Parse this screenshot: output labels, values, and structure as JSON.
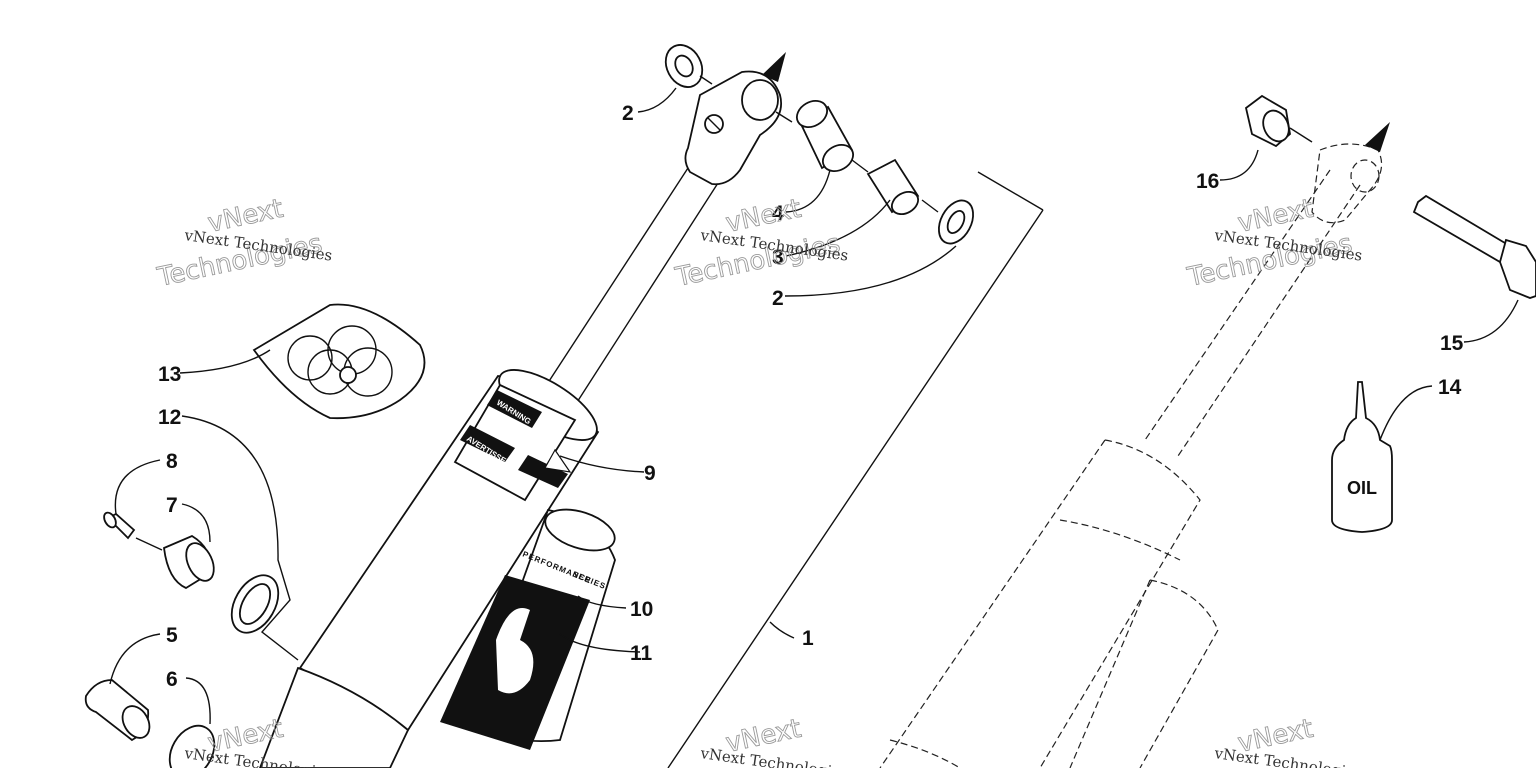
{
  "diagram": {
    "callouts": [
      "1",
      "2",
      "2",
      "4",
      "3",
      "5",
      "6",
      "7",
      "8",
      "9",
      "10",
      "11",
      "12",
      "13",
      "14",
      "15",
      "16"
    ],
    "bottle_label": "OIL",
    "decals": {
      "warning": "WARNING",
      "avertissement": "AVERTISSEMENT",
      "performance": "PERFORMANCE",
      "series": "SERIES"
    },
    "watermark": {
      "line_small": "vNext Technologies",
      "line_top": "vNext",
      "line_bottom": "Technologies"
    }
  }
}
